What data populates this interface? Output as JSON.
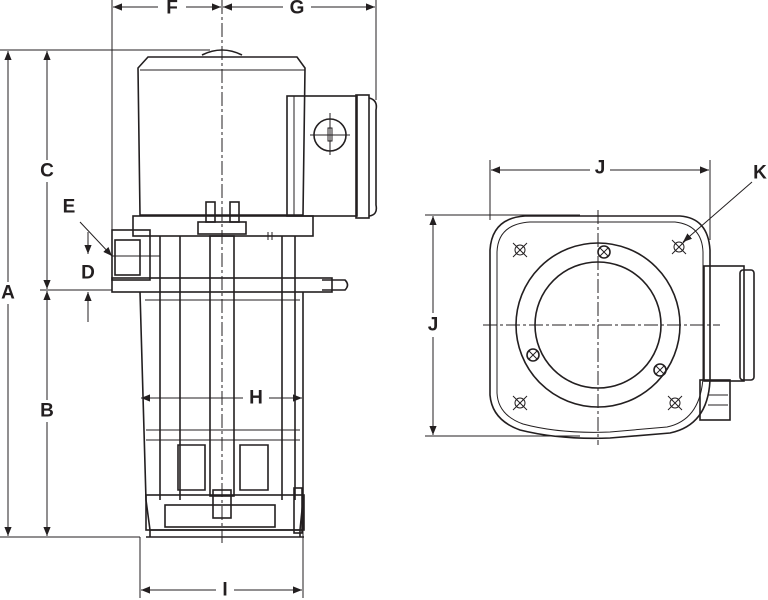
{
  "title": "Pump dimension drawing",
  "colors": {
    "ink": "#231f20",
    "background": "#ffffff"
  },
  "side_view": {
    "labels": {
      "A": "A",
      "B": "B",
      "C": "C",
      "D": "D",
      "E": "E",
      "F": "F",
      "G": "G",
      "H": "H",
      "I": "I"
    }
  },
  "top_view": {
    "labels": {
      "J_width": "J",
      "J_height": "J",
      "K": "K"
    }
  }
}
